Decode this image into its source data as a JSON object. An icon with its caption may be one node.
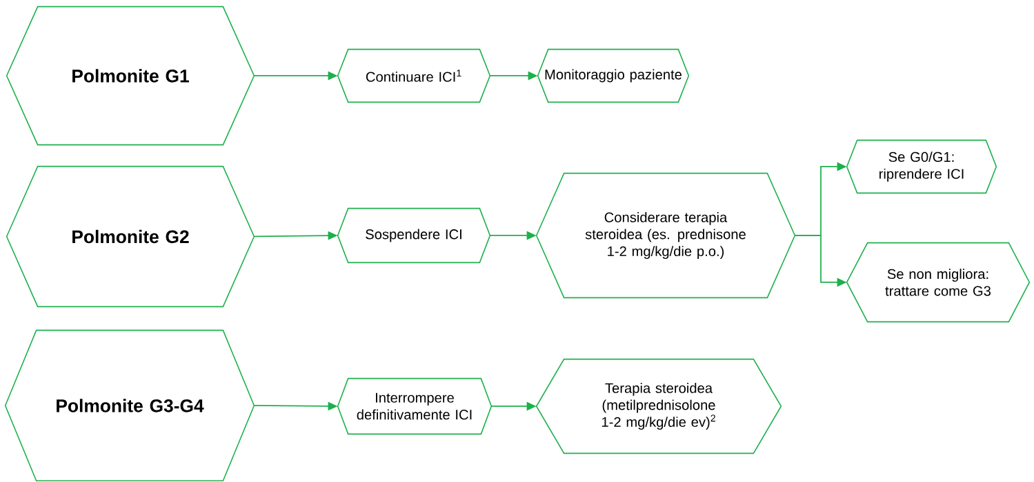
{
  "diagram": {
    "nodes": [
      {
        "text": [
          "Polmonite G1"
        ]
      },
      {
        "text": [
          "Continuare ICI$^{1}$"
        ]
      },
      {
        "text": [
          "Monitoraggio paziente"
        ]
      },
      {
        "text": [
          "Polmonite G2"
        ]
      },
      {
        "text": [
          "Sospendere ICI"
        ]
      },
      {
        "text": [
          "Considerare terapia steroidea (es. prednisone 1-2 mg/kg/die p.o.)"
        ]
      },
      {
        "text": [
          "Se G0/G1: riprendere ICI"
        ]
      },
      {
        "text": [
          "Se non migliora: trattare come G3"
        ]
      },
      {
        "text": [
          "Polmonite G3-G4"
        ]
      },
      {
        "text": [
          "Interrompere definitivamente ICI"
        ]
      },
      {
        "text": [
          "Terapia steroidea (metilprednisolone 1-2 mg/kg/die ev)$^{2}$"
        ]
      }
    ],
    "edges": [
      {
        "from": 0,
        "to": 1,
        "arrow": "to"
      },
      {
        "from": 1,
        "to": 2,
        "arrow": "to"
      },
      {
        "from": 3,
        "to": 4,
        "arrow": "to"
      },
      {
        "from": 4,
        "to": 5,
        "arrow": "to"
      },
      {
        "from": 5,
        "to": 6,
        "arrow": "to"
      },
      {
        "from": 5,
        "to": 7,
        "arrow": "to"
      },
      {
        "from": 8,
        "to": 9,
        "arrow": "to"
      },
      {
        "from": 9,
        "to": 10,
        "arrow": "to"
      }
    ]
  }
}
